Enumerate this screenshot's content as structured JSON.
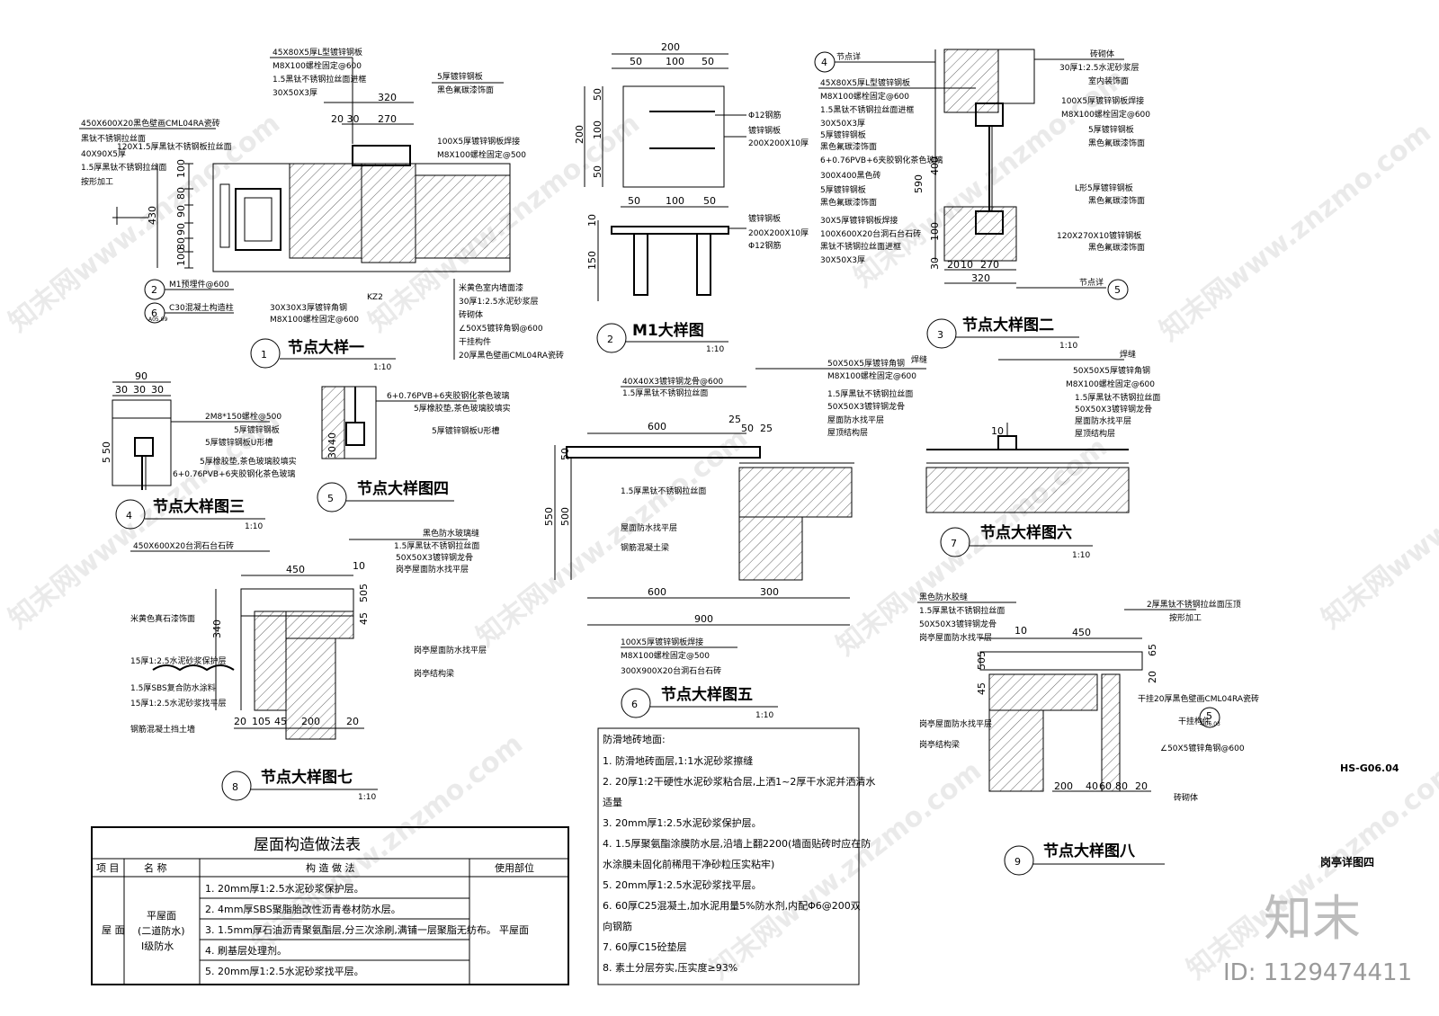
{
  "drawing_code": "HS-G06.04",
  "drawing_title": "岗亭详图四",
  "watermark": {
    "site_text": "知末网www.znzmo.com",
    "logo_text": "知末",
    "id_text": "ID: 1129474411"
  },
  "details": [
    {
      "num": "1",
      "title": "节点大样一",
      "scale": "1:10",
      "labels": [
        "45X80X5厚L型镀锌钢板",
        "M8X100螺栓固定@600",
        "1.5黑钛不锈钢拉丝面进框",
        "30X50X3厚",
        "320",
        "20 30",
        "270",
        "450X600X20黑色壁画CML04RA瓷砖",
        "黑钛不锈钢拉丝面",
        "120X1.5厚黑钛不锈钢板拉丝面",
        "40X90X5厚",
        "1.5厚黑钛不锈钢拉丝面",
        "按形加工",
        "5厚镀锌钢板",
        "黑色氟碳漆饰面",
        "100X5厚镀锌钢板焊接",
        "M8X100螺栓固定@500",
        "M1预埋件@600",
        "C30混凝土构造柱",
        "30X30X3厚镀锌角钢",
        "M8X100螺栓固定@600",
        "KZ2",
        "米黄色室内墙面漆",
        "30厚1:2.5水泥砂浆层",
        "砖砌体",
        "∠50X5镀锌角钢@600",
        "干挂构件",
        "20厚黑色壁画CML04RA瓷砖"
      ],
      "dims_v": [
        "100",
        "80",
        "90",
        "430",
        "90",
        "80",
        "100"
      ]
    },
    {
      "num": "2",
      "title": "M1大样图",
      "scale": "1:10",
      "labels": [
        "Φ12钢筋",
        "镀锌钢板",
        "200X200X10厚",
        "镀锌钢板",
        "200X200X10厚",
        "Φ12钢筋"
      ],
      "dims_top": [
        "200",
        "50",
        "100",
        "50"
      ],
      "dims_side": [
        "50",
        "100",
        "50",
        "200"
      ],
      "dims_mid": [
        "50",
        "100",
        "50"
      ],
      "dim_h": "150",
      "dim_s": "10"
    },
    {
      "num": "3",
      "title": "节点大样图二",
      "scale": "1:10",
      "labels": [
        "节点详",
        "45X80X5厚L型镀锌钢板",
        "M8X100螺栓固定@600",
        "1.5黑钛不锈钢拉丝面进框",
        "30X50X3厚",
        "5厚镀锌钢板",
        "黑色氟碳漆饰面",
        "6+0.76PVB+6夹胶钢化茶色玻璃",
        "300X400黑色砖",
        "5厚镀锌钢板",
        "黑色氟碳漆饰面",
        "30X5厚镀锌钢板焊接",
        "100X600X20台洞石台石砖",
        "黑钛不锈钢拉丝面进框",
        "30X50X3厚",
        "砖砌体",
        "30厚1:2.5水泥砂浆层",
        "室内装饰面",
        "100X5厚镀锌钢板焊接",
        "M8X100螺栓固定@600",
        "5厚镀锌钢板",
        "黑色氟碳漆饰面",
        "L形5厚镀锌钢板",
        "黑色氟碳漆饰面",
        "120X270X10镀锌钢板",
        "黑色氟碳漆饰面",
        "节点详"
      ],
      "dims": [
        "590",
        "400",
        "100",
        "30",
        "20",
        "10",
        "270",
        "320"
      ]
    },
    {
      "num": "4",
      "title": "节点大样图三",
      "scale": "1:10",
      "labels": [
        "2M8*150螺栓@500",
        "5厚镀锌钢板",
        "5厚镀锌钢板U形槽",
        "5厚橡胶垫,茶色玻璃胶填实",
        "6+0.76PVB+6夹胶钢化茶色玻璃"
      ],
      "dims": [
        "90",
        "30",
        "30",
        "30",
        "50",
        "5"
      ]
    },
    {
      "num": "5",
      "title": "节点大样图四",
      "scale": "",
      "labels": [
        "6+0.76PVB+6夹胶钢化茶色玻璃",
        "5厚橡胶垫,茶色玻璃胶填实",
        "5厚镀锌钢板U形槽"
      ],
      "dims": [
        "40",
        "30"
      ]
    },
    {
      "num": "6",
      "title": "节点大样图五",
      "scale": "1:10",
      "labels": [
        "40X40X3镀锌钢龙骨@600",
        "1.5厚黑钛不锈钢拉丝面",
        "焊缝",
        "50X50X5厚镀锌角钢",
        "M8X100螺栓固定@600",
        "1.5厚黑钛不锈钢拉丝面",
        "50X50X3镀锌钢龙骨",
        "屋面防水找平层",
        "屋顶结构层",
        "1.5厚黑钛不锈钢拉丝面",
        "屋面防水找平层",
        "钢筋混凝土梁",
        "100X5厚镀锌钢板焊接",
        "M8X100螺栓固定@500",
        "300X900X20台洞石台石砖"
      ],
      "dims": [
        "600",
        "25",
        "50",
        "25",
        "550",
        "500",
        "50",
        "600",
        "300",
        "900"
      ]
    },
    {
      "num": "7",
      "title": "节点大样图六",
      "scale": "1:10",
      "labels": [
        "焊缝",
        "50X50X5厚镀锌角钢",
        "M8X100螺栓固定@600",
        "1.5厚黑钛不锈钢拉丝面",
        "50X50X3镀锌钢龙骨",
        "屋面防水找平层",
        "屋顶结构层"
      ],
      "dims": [
        "10"
      ]
    },
    {
      "num": "8",
      "title": "节点大样图七",
      "scale": "1:10",
      "labels": [
        "450X600X20台洞石台石砖",
        "黑色防水玻璃缝",
        "1.5厚黑钛不锈钢拉丝面",
        "50X50X3镀锌钢龙骨",
        "岗亭屋面防水找平层",
        "米黄色真石漆饰面",
        "15厚1:2.5水泥砂浆保护层",
        "1.5厚SBS复合防水涂料",
        "15厚1:2.5水泥砂浆找平层",
        "钢筋混凝土挡土墙",
        "岗亭屋面防水找平层",
        "岗亭结构梁"
      ],
      "dims": [
        "450",
        "10",
        "505",
        "340",
        "45",
        "20",
        "105",
        "45",
        "200",
        "20"
      ]
    },
    {
      "num": "9",
      "title": "节点大样图八",
      "scale": "",
      "labels": [
        "黑色防水胶缝",
        "1.5厚黑钛不锈钢拉丝面",
        "50X50X3镀锌钢龙骨",
        "岗亭屋面防水找平层",
        "2厚黑钛不锈钢拉丝面压顶",
        "按形加工",
        "干挂20厚黑色壁画CML04RA瓷砖",
        "干挂构件",
        "∠50X5镀锌角钢@600",
        "岗亭屋面防水找平层",
        "岗亭结构梁",
        "砖砌体"
      ],
      "dims": [
        "450",
        "10",
        "65",
        "505",
        "20",
        "45",
        "200",
        "40",
        "60",
        "80",
        "20"
      ]
    }
  ],
  "roof_table": {
    "title": "屋面构造做法表",
    "headers": [
      "项 目",
      "名  称",
      "构 造 做 法",
      "使用部位"
    ],
    "item": "屋 面",
    "name_lines": [
      "平屋面",
      "(二道防水)",
      "I级防水"
    ],
    "steps": [
      "1. 20mm厚1:2.5水泥砂浆保护层。",
      "2. 4mm厚SBS聚脂胎改性沥青卷材防水层。",
      "3. 1.5mm厚石油沥青聚氨酯层,分三次涂刷,满铺一层聚脂无纺布。",
      "4. 刷基层处理剂。",
      "5. 20mm厚1:2.5水泥砂浆找平层。"
    ],
    "usage": "平屋面"
  },
  "floor_notes": {
    "title": "防滑地砖地面:",
    "lines": [
      "1. 防滑地砖面层,1:1水泥砂浆擦缝",
      "2. 20厚1:2干硬性水泥砂浆粘合层,上洒1~2厚干水泥并洒清水",
      "适量",
      "3. 20mm厚1:2.5水泥砂浆保护层。",
      "4. 1.5厚聚氨酯涂膜防水层,沿墙上翻2200(墙面贴砖时应在防",
      "水涂膜未固化前稀甩干净砂粒压实粘牢)",
      "5. 20mm厚1:2.5水泥砂浆找平层。",
      "6. 60厚C25混凝土,加水泥用量5%防水剂,内配Φ6@200双",
      "向钢筋",
      "7. 60厚C15砼垫层",
      "8. 素土分层夯实,压实度≥93%"
    ]
  },
  "refs": {
    "r1": "2",
    "r2": "6",
    "r3": "4",
    "r4": "5",
    "r5": "5",
    "r5b": "G06.03",
    "r6": "A05.09"
  }
}
